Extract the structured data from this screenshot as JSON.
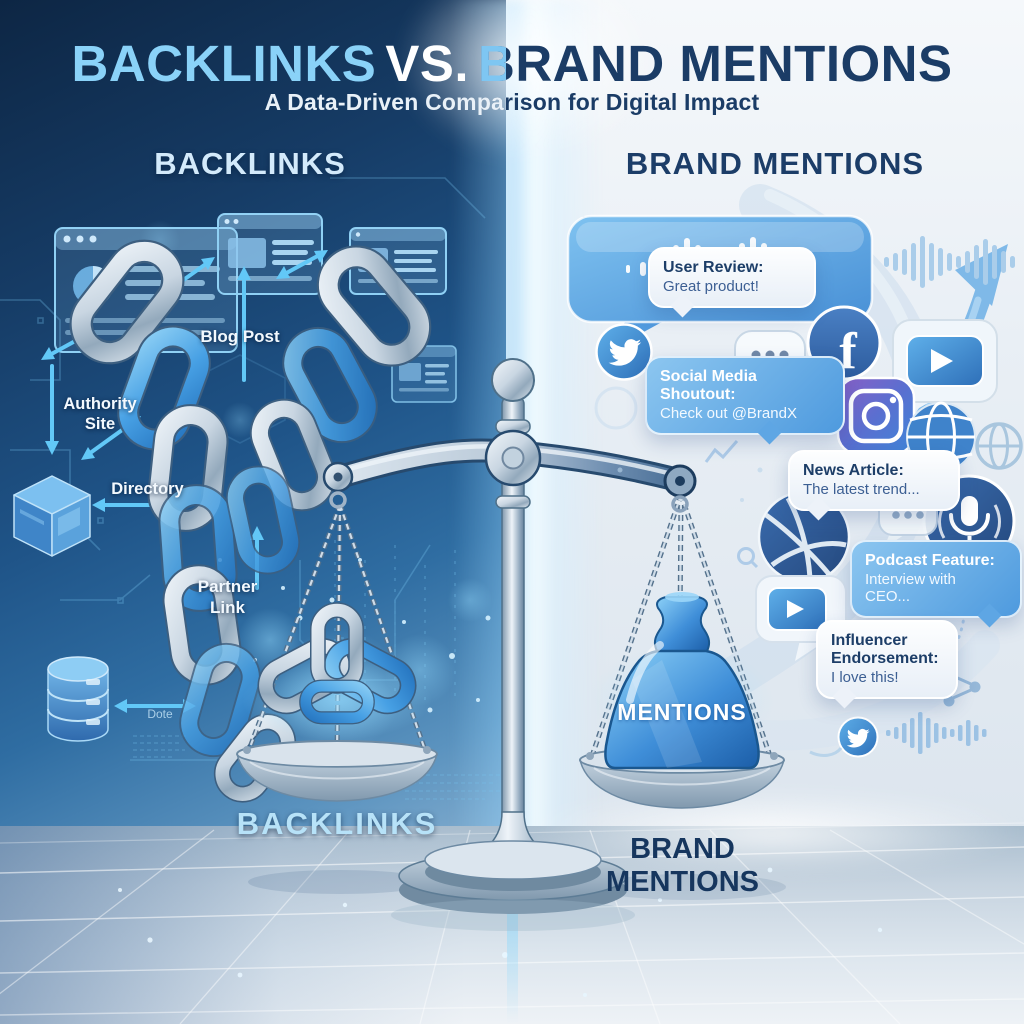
{
  "header": {
    "title_part_backlinks": "BACKLINKS",
    "title_part_vs": "VS.",
    "title_part_brand": "BRAND MENTIONS",
    "subtitle": "A Data-Driven Comparison for Digital Impact"
  },
  "left_panel": {
    "heading": "BACKLINKS",
    "node_labels": {
      "blog_post": "Blog Post",
      "authority_site": "Authority\nSite",
      "directory": "Directory",
      "partner_link": "Partner\nLink",
      "dote": "Dote"
    },
    "icons": [
      "chain-icon",
      "browser-window-icon",
      "pie-chart-icon",
      "cube-icon",
      "database-icon",
      "flow-arrow-icon",
      "circuit-trace-icon"
    ]
  },
  "right_panel": {
    "heading": "BRAND MENTIONS",
    "bubbles": [
      {
        "title": "User Review:",
        "body": "Great product!"
      },
      {
        "title": "Social Media\nShoutout:",
        "body": "Check out @BrandX"
      },
      {
        "title": "News Article:",
        "body": "The latest trend..."
      },
      {
        "title": "Podcast Feature:",
        "body": "Interview with\nCEO..."
      },
      {
        "title": "Influencer\nEndorsement:",
        "body": "I love this!"
      }
    ],
    "icons": [
      "twitter-icon",
      "facebook-icon",
      "instagram-icon",
      "youtube-icon",
      "globe-icon",
      "podcast-mic-icon",
      "chat-dots-icon",
      "soundwave-icon",
      "line-chart-icon",
      "bar-chart-icon",
      "growth-arrow-icon",
      "ball-icon",
      "share-network-icon"
    ]
  },
  "scale": {
    "left_pan_label": "BACKLINKS",
    "right_pan_label": "BRAND\nMENTIONS",
    "weight_label": "MENTIONS"
  },
  "colors": {
    "left_bg_dark": "#12304f",
    "right_bg_light": "#e9eef5",
    "title_light_blue": "#8ad2f8",
    "navy": "#1b3c66",
    "accent_cyan": "#62c8f7",
    "chain_blue": "#3e8ed6",
    "weight_blue": "#3584d4"
  }
}
